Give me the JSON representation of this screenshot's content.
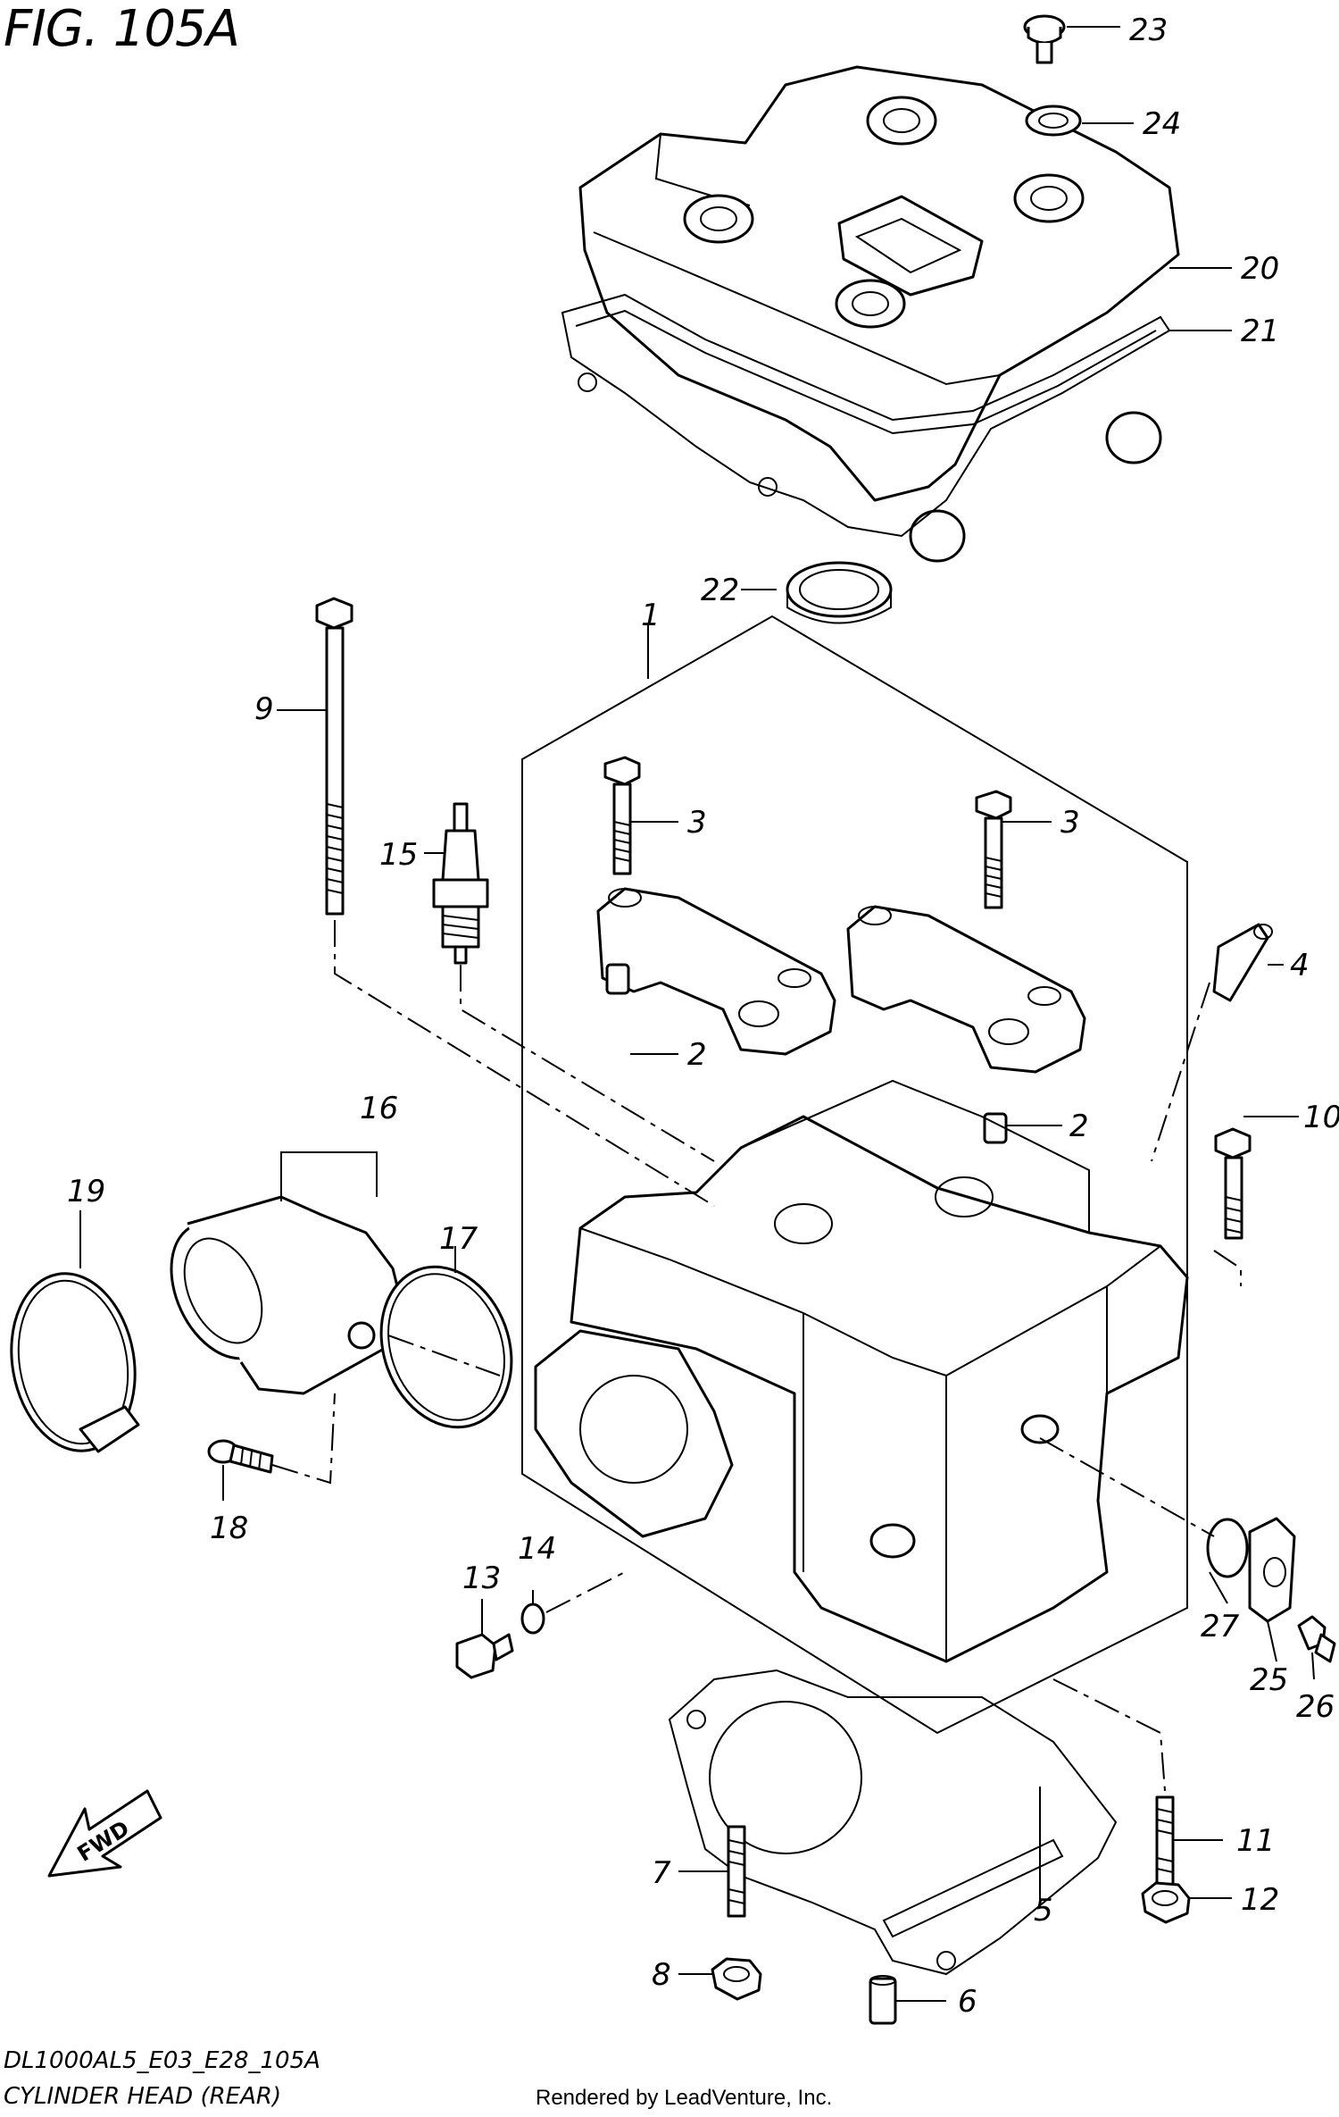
{
  "title": "FIG. 105A",
  "footer": {
    "code": "DL1000AL5_E03_E28_105A",
    "caption": "CYLINDER HEAD (REAR)",
    "credit": "Rendered by LeadVenture, Inc."
  },
  "callouts": {
    "c1": "1",
    "c2a": "2",
    "c2b": "2",
    "c3a": "3",
    "c3b": "3",
    "c4": "4",
    "c5": "5",
    "c6": "6",
    "c7": "7",
    "c8": "8",
    "c9": "9",
    "c10": "10",
    "c11": "11",
    "c12": "12",
    "c13": "13",
    "c14": "14",
    "c15": "15",
    "c16": "16",
    "c17": "17",
    "c18": "18",
    "c19": "19",
    "c20": "20",
    "c21": "21",
    "c22": "22",
    "c23": "23",
    "c24": "24",
    "c25": "25",
    "c26": "26",
    "c27": "27"
  },
  "fwd_label": "FWD"
}
